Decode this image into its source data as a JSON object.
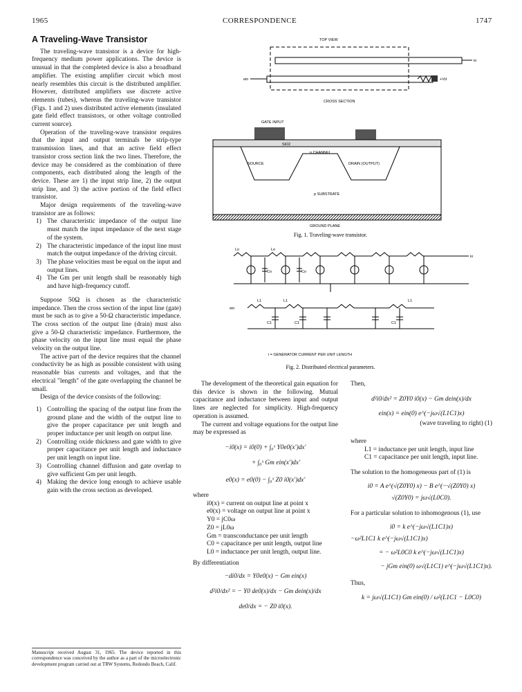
{
  "header": {
    "left": "1965",
    "center": "CORRESPONDENCE",
    "right": "1747"
  },
  "article": {
    "title": "A Traveling-Wave Transistor"
  },
  "col1": {
    "p1": "The traveling-wave transistor is a device for high-frequency medium power applications. The device is unusual in that the completed device is also a broadband amplifier. The existing amplifier circuit which most nearly resembles this circuit is the distributed amplifier. However, distributed amplifiers use discrete active elements (tubes), whereas the traveling-wave transistor (Figs. 1 and 2) uses distributed active elements (insulated gate field effect transistors, or other voltage controlled current source).",
    "p2": "Operation of the traveling-wave transistor requires that the input and output terminals be strip-type transmission lines, and that an active field effect transistor cross section link the two lines. Therefore, the device may be considered as the combination of three components, each distributed along the length of the device. These are 1) the input strip line, 2) the output strip line, and 3) the active portion of the field effect transistor.",
    "p3": "Major design requirements of the traveling-wave transistor are as follows:",
    "req": [
      {
        "n": "1)",
        "t": "The characteristic impedance of the output line must match the input impedance of the next stage of the system."
      },
      {
        "n": "2)",
        "t": "The characteristic impedance of the input line must match the output impedance of the driving circuit."
      },
      {
        "n": "3)",
        "t": "The phase velocities must be equal on the input and output lines."
      },
      {
        "n": "4)",
        "t": "The Gm per unit length shall be reasonably high and have high-frequency cutoff."
      }
    ],
    "p4": "Suppose 50Ω is chosen as the characteristic impedance. Then the cross section of the input line (gate) must be such as to give a 50-Ω characteristic impedance. The cross section of the output line (drain) must also give a 50-Ω characteristic impedance. Furthermore, the phase velocity on the input line must equal the phase velocity on the output line.",
    "p5": "The active part of the device requires that the channel conductivity be as high as possible consistent with using reasonable bias currents and voltages, and that the electrical \"length\" of the gate overlapping the channel be small.",
    "p6": "Design of the device consists of the following:",
    "design": [
      {
        "n": "1)",
        "t": "Controlling the spacing of the output line from the ground plane and the width of the output line to give the proper capacitance per unit length and proper inductance per unit length on output line."
      },
      {
        "n": "2)",
        "t": "Controlling oxide thickness and gate width to give proper capacitance per unit length and inductance per unit length on input line."
      },
      {
        "n": "3)",
        "t": "Controlling channel diffusion and gate overlap to give sufficient Gm per unit length."
      },
      {
        "n": "4)",
        "t": "Making the device long enough to achieve usable gain with the cross section as developed."
      }
    ],
    "footnote": "Manuscript received August 31, 1965. The device reported in this correspondence was conceived by the author as a part of the microelectronic development program carried out at TRW Systems, Redondo Beach, Calif."
  },
  "fig1": {
    "top_view": "TOP VIEW",
    "cross_section": "CROSS SECTION",
    "gate_input": "GATE INPUT",
    "sio2": "SiO2",
    "n_channel": "n CHANNEL",
    "source": "SOURCE",
    "drain": "DRAIN (OUTPUT)",
    "substrate": "p SUBSTRATE",
    "ground_plane": "GROUND PLANE",
    "ein": "ein",
    "io": "io",
    "vd": "+Vd",
    "caption": "Fig. 1.   Traveling-wave transistor."
  },
  "fig2": {
    "labels": [
      "Lo",
      "Lo",
      "Co",
      "Co",
      "L1",
      "L1",
      "L1",
      "C1",
      "C1",
      "C1",
      "io",
      "ein"
    ],
    "note": "i = GENERATOR CURRENT PER UNIT LENGTH",
    "caption": "Fig. 2.   Distributed electrical parameters."
  },
  "col2": {
    "p1": "The development of the theoretical gain equation for this device is shown in the following. Mutual capacitance and inductance between input and output lines are neglected for simplicity. High-frequency operation is assumed.",
    "p2": "The current and voltage equations for the output line may be expressed as",
    "eq1a": "−i0(x) = i0(0) + ∫₀ˣ Y0e0(x′)dx′",
    "eq1b": "+ ∫₀ˣ Gm ein(x′)dx′",
    "eq1c": "e0(x) = e0(0) − ∫₀ˣ Z0 i0(x′)dx′",
    "where": "where",
    "defs": [
      "i0(x) = current on output line at point x",
      "e0(x) = voltage on output line at point x",
      "Y0 = jC0ω",
      "Z0 = jL0ω",
      "Gm = transconductance per unit length",
      "C0 = capacitance per unit length, output line",
      "L0 = inductance per unit length, output line."
    ],
    "bydiff": "By differentiation",
    "eq2a": "−di0/dx = Y0e0(x) − Gm ein(x)",
    "eq2b": "d²i0/dx² = − Y0 de0(x)/dx − Gm dein(x)/dx",
    "eq2c": "de0/dx = − Z0 i0(x)."
  },
  "col3": {
    "then": "Then,",
    "eq3a": "d²i0/dx² = Z0Y0 i0(x) − Gm dein(x)/dx",
    "eq3b": "ein(x) = ein(0) e^(−jω√(L1C1)x)",
    "eq3c": "(wave traveling to right)   (1)",
    "where": "where",
    "defs": [
      "L1 = inductance per unit length, input line",
      "C1 = capacitance per unit length, input line."
    ],
    "p1": "The solution to the homogeneous part of (1) is",
    "eq4a": "i0 = A e^(√(Z0Y0) x) − B e^(−√(Z0Y0) x)",
    "eq4b": "√(Z0Y0) = jω√(L0C0).",
    "p2": "For a particular solution to inhomogenous (1), use",
    "eq5a": "i0 = k e^(−jω√(L1C1)x)",
    "eq5b": "−ω²L1C1 k e^(−jω√(L1C1)x)",
    "eq5c": "= − ω²L0C0 k e^(−jω√(L1C1)x)",
    "eq5d": "− jGm ein(0) ω√(L1C1) e^(−jω√(L1C1)x).",
    "thus": "Thus,",
    "eq6": "k = jω√(L1C1) Gm ein(0) / ω²(L1C1 − L0C0)"
  }
}
